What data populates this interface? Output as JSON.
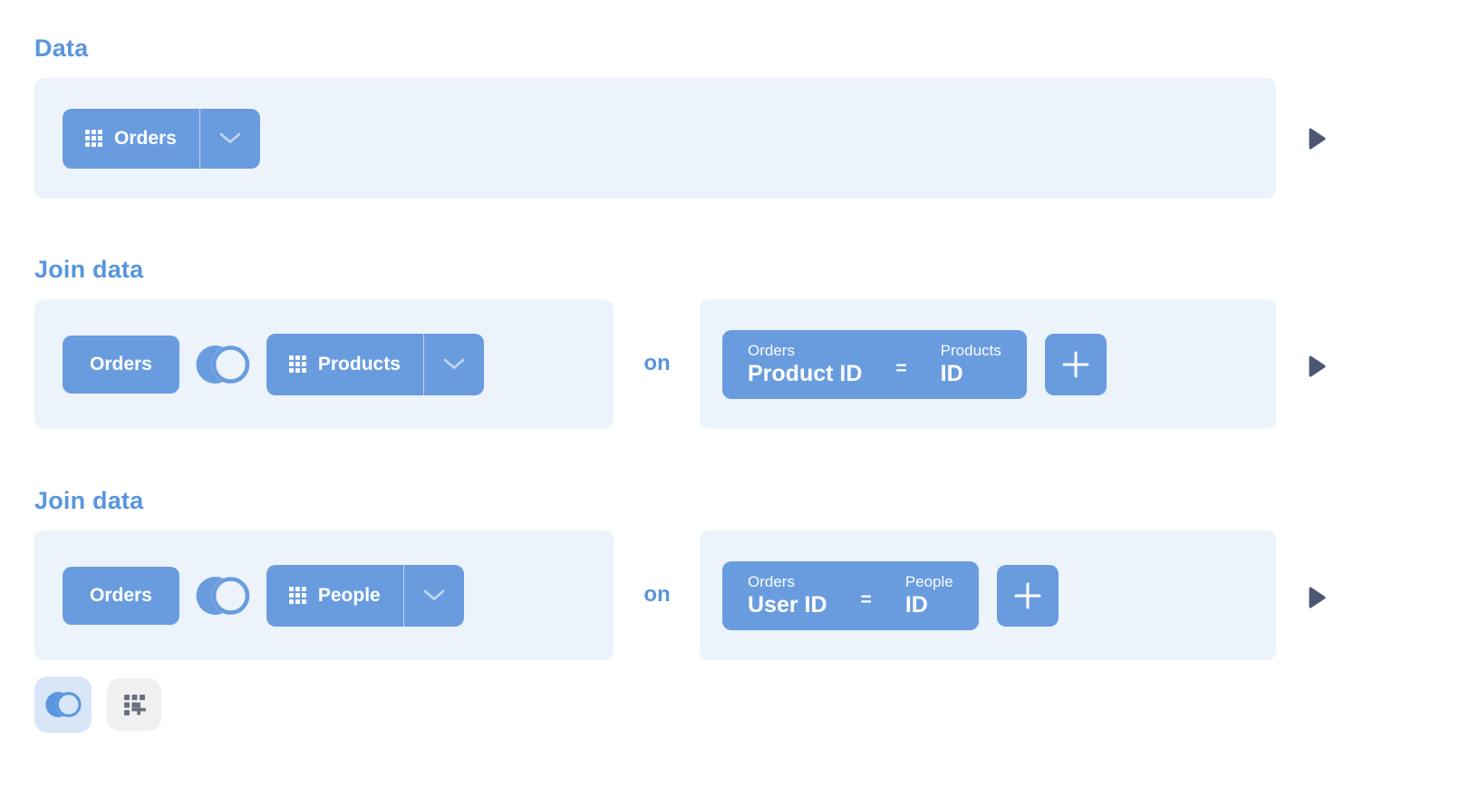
{
  "colors": {
    "accent_button": "#699CDF",
    "heading_text": "#5896DD",
    "panel_background": "#EDF3FB",
    "play_triangle": "#4C5773",
    "footer_join_button_bg": "#D8E6F7",
    "footer_custom_button_bg": "#F0F0F1",
    "footer_custom_icon": "#6A7080"
  },
  "data_section": {
    "title": "Data",
    "source_table": {
      "icon": "table-icon",
      "label": "Orders"
    },
    "dropdown_icon": "chevron-down-icon",
    "run_icon": "play-icon"
  },
  "joins": [
    {
      "title": "Join data",
      "left_table": "Orders",
      "join_type_icon": "left-join-venn-icon",
      "right_table": {
        "icon": "table-icon",
        "label": "Products"
      },
      "dropdown_icon": "chevron-down-icon",
      "on_label": "on",
      "condition": {
        "left_table": "Orders",
        "left_field": "Product ID",
        "operator": "=",
        "right_table": "Products",
        "right_field": "ID"
      },
      "add_condition_label": "+",
      "run_icon": "play-icon"
    },
    {
      "title": "Join data",
      "left_table": "Orders",
      "join_type_icon": "left-join-venn-icon",
      "right_table": {
        "icon": "table-icon",
        "label": "People"
      },
      "dropdown_icon": "chevron-down-icon",
      "on_label": "on",
      "condition": {
        "left_table": "Orders",
        "left_field": "User ID",
        "operator": "=",
        "right_table": "People",
        "right_field": "ID"
      },
      "add_condition_label": "+",
      "run_icon": "play-icon"
    }
  ],
  "footer": {
    "join_step_button_icon": "left-join-venn-icon",
    "custom_column_button_icon": "table-plus-icon"
  }
}
